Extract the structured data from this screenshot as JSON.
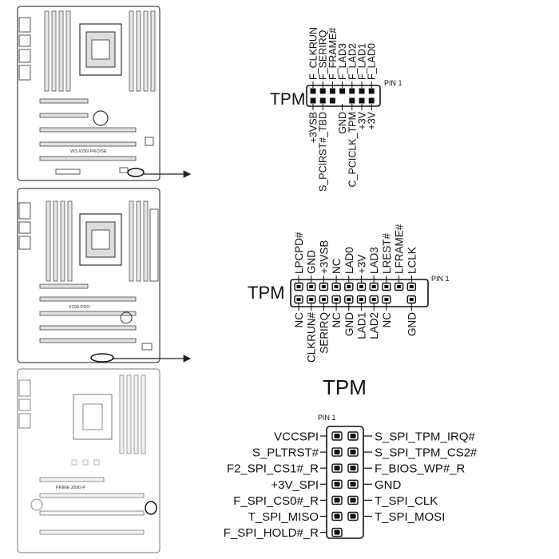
{
  "diagram1": {
    "title": "TPM",
    "pin1_label": "PIN 1",
    "board_label": "WS X299 PRO/SE",
    "top_labels": [
      "F_CLKRUN",
      "F_SERIRQ",
      "F_FRAME#",
      "F_LAD3",
      "F_LAD2",
      "F_LAD1",
      "F_LAD0"
    ],
    "bottom_labels": [
      "+3VSB",
      "S_PCIRST#_TBD",
      "GND",
      "C_PCICLK_TPM",
      "+3V",
      "+3V"
    ]
  },
  "diagram2": {
    "title": "TPM",
    "pin1_label": "PIN 1",
    "board_label": "X299-PRO",
    "top_labels": [
      "LPCPD#",
      "GND",
      "+3VSB",
      "NC",
      "LAD0",
      "+3V",
      "LAD3",
      "LREST#",
      "LFRAME#",
      "LCLK"
    ],
    "bottom_labels": [
      "NC",
      "CLKRUN#",
      "SERIRQ",
      "NC",
      "GND",
      "LAD1",
      "LAD2",
      "NC",
      "GND"
    ]
  },
  "diagram3": {
    "title": "TPM",
    "pin1_label": "PIN 1",
    "board_label": "PRIME Z690-P",
    "left_labels": [
      "VCCSPI",
      "S_PLTRST#",
      "F2_SPI_CS1#_R",
      "+3V_SPI",
      "F_SPI_CS0#_R",
      "T_SPI_MISO",
      "F_SPI_HOLD#_R"
    ],
    "right_labels": [
      "S_SPI_TPM_IRQ#",
      "S_SPI_TPM_CS2#",
      "F_BIOS_WP#_R",
      "GND",
      "T_SPI_CLK",
      "T_SPI_MOSI"
    ]
  }
}
